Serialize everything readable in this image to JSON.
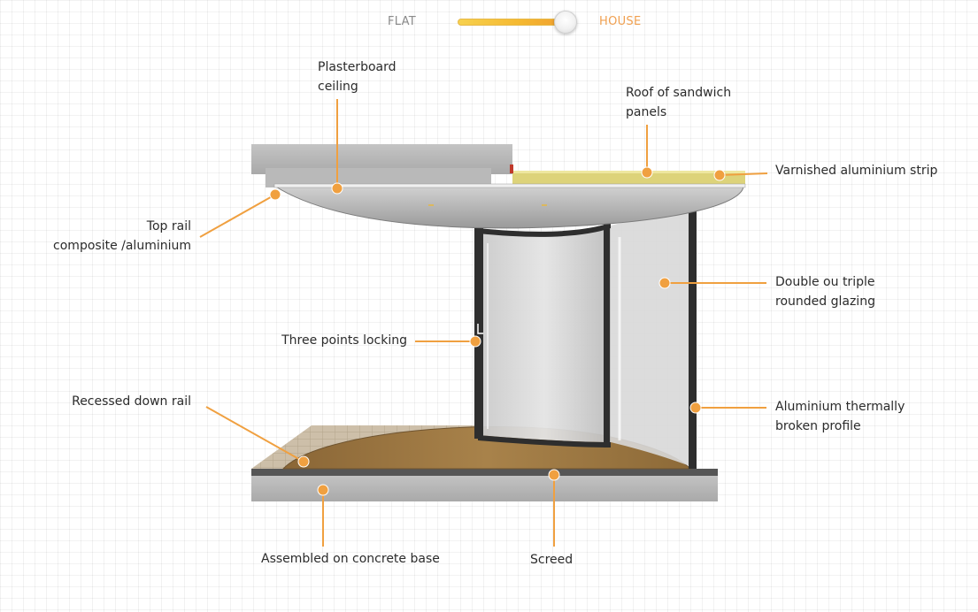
{
  "toggle": {
    "left_label": "FLAT",
    "right_label": "HOUSE",
    "value": 1,
    "track_color": "#f5b830",
    "right_label_color": "#f0a050"
  },
  "accent_color": "#f0a040",
  "labels": {
    "plasterboard_ceiling": "Plasterboard\nceiling",
    "roof_sandwich_panels": "Roof of sandwich\npanels",
    "varnished_aluminium_strip": "Varnished aluminium strip",
    "top_rail": "Top rail\ncomposite /aluminium",
    "double_triple_glazing": "Double ou triple\nrounded glazing",
    "three_points_locking": "Three points locking",
    "recessed_down_rail": "Recessed down rail",
    "aluminium_profile": "Aluminium thermally\nbroken profile",
    "concrete_base": "Assembled on concrete base",
    "screed": "Screed"
  }
}
